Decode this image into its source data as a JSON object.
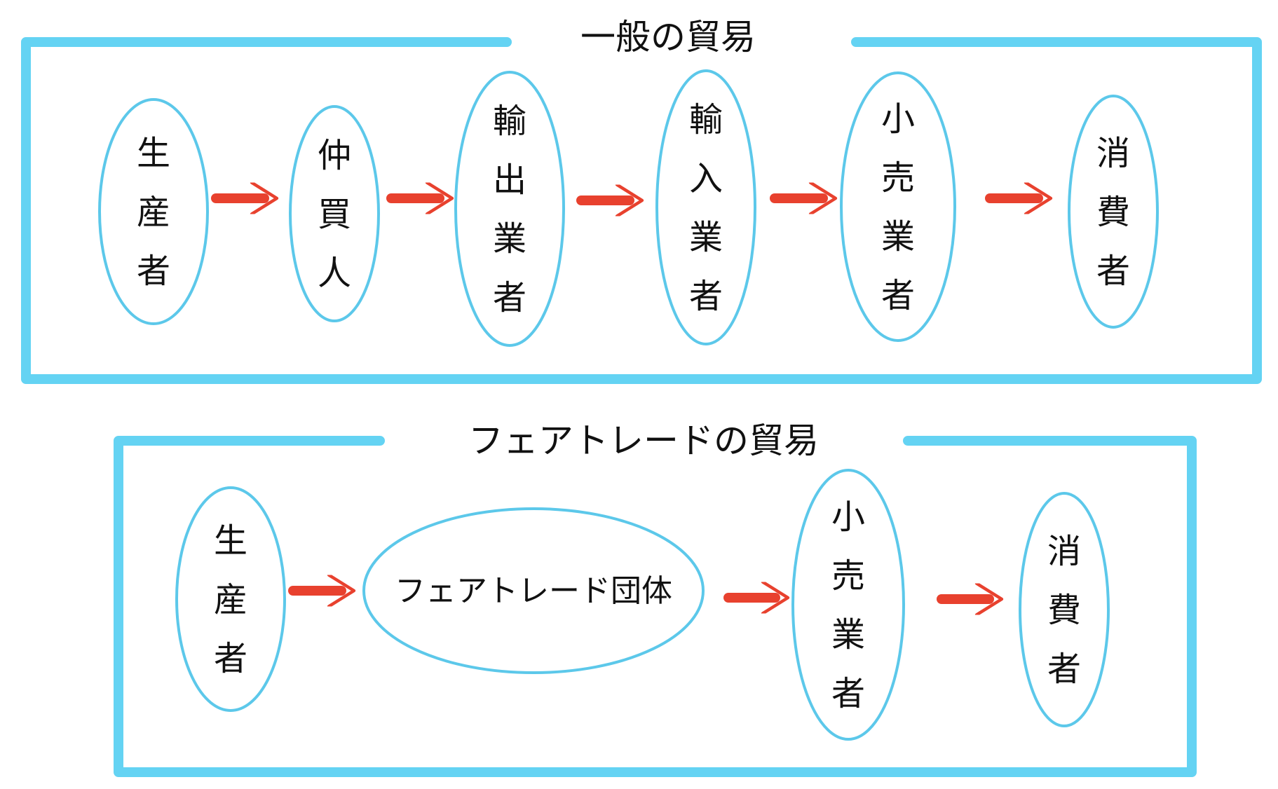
{
  "colors": {
    "frame": "#64d3f3",
    "ellipse": "#5cc8ea",
    "arrow": "#e8412e",
    "text": "#111111"
  },
  "general_trade": {
    "title": "一般の貿易",
    "nodes": [
      {
        "label": "生産者"
      },
      {
        "label": "仲買人"
      },
      {
        "label": "輸出業者"
      },
      {
        "label": "輸入業者"
      },
      {
        "label": "小売業者"
      },
      {
        "label": "消費者"
      }
    ]
  },
  "fair_trade": {
    "title": "フェアトレードの貿易",
    "nodes": [
      {
        "label": "生産者"
      },
      {
        "label": "フェアトレード団体"
      },
      {
        "label": "小売業者"
      },
      {
        "label": "消費者"
      }
    ]
  }
}
